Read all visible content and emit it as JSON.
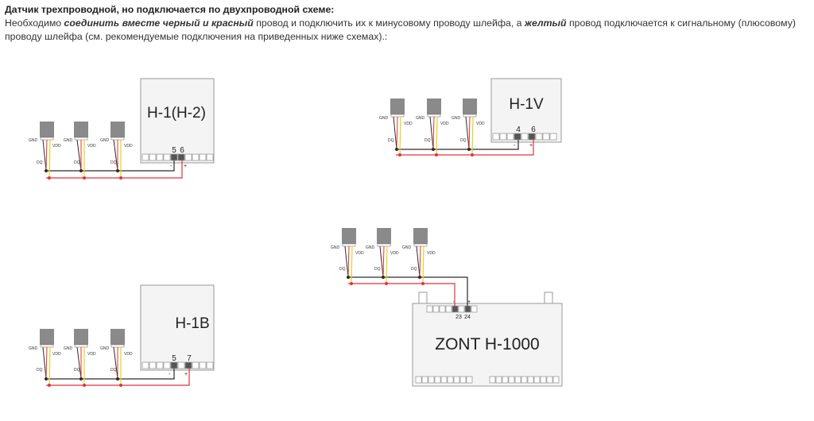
{
  "heading": "Датчик трехпроводной, но подключается по двухпроводной схеме:",
  "paragraph": {
    "part1": "Необходимо ",
    "em1": "соединить вместе черный и красный",
    "part2": " провод и подключить их к минусовому проводу шлейфа, а ",
    "em2": "желтый",
    "part3": " провод подключается к сигнальному (плюсовому) проводу шлейфа (см. рекомендуемые подключения на приведенных ниже схемах).:"
  },
  "sensor_labels": {
    "gnd": "GND",
    "vdd": "VDD",
    "dq": "DQ"
  },
  "colors": {
    "red_wire": "#e8303a",
    "black_wire": "#2a2a2a",
    "yellow_wire": "#e7d21f",
    "sensor_body": "#8a8a8a",
    "device_fill": "#f4f4f4",
    "device_stroke": "#9a9a9a"
  },
  "diagrams": {
    "h1": {
      "device": "H-1(H-2)",
      "pin_a": "5",
      "pin_b": "6",
      "minus": "-",
      "plus": "+"
    },
    "h1v": {
      "device": "H-1V",
      "pin_a": "4",
      "pin_b": "6",
      "minus": "-",
      "plus": "+"
    },
    "h1b": {
      "device": "H-1B",
      "pin_a": "5",
      "pin_b": "7",
      "minus": "-",
      "plus": "+"
    },
    "zont": {
      "device": "ZONT H-1000",
      "pin_a": "23",
      "pin_b": "24",
      "minus": "-",
      "plus": "+"
    }
  }
}
